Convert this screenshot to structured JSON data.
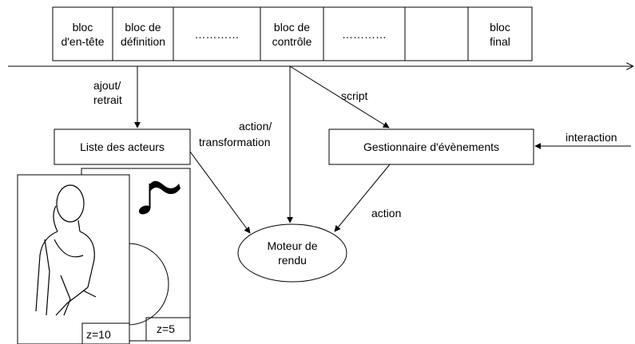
{
  "stream": {
    "blocks": [
      {
        "label": "bloc\nd'en-tête"
      },
      {
        "label": "bloc de\ndéfinition"
      },
      {
        "label": "…………"
      },
      {
        "label": "bloc de\ncontrôle"
      },
      {
        "label": "…………"
      },
      {
        "label": ""
      },
      {
        "label": "bloc\nfinal"
      }
    ]
  },
  "nodes": {
    "actor_list": "Liste des acteurs",
    "event_manager": "Gestionnaire d'évènements",
    "render_engine": "Moteur de\nrendu"
  },
  "edge_labels": {
    "add_remove_line1": "ajout/",
    "add_remove_line2": "retrait",
    "action_transform_line1": "action/",
    "action_transform_line2": "transformation",
    "script": "script",
    "interaction": "interaction",
    "action": "action"
  },
  "layers": {
    "front_z": "z=10",
    "back_z": "z=5"
  }
}
